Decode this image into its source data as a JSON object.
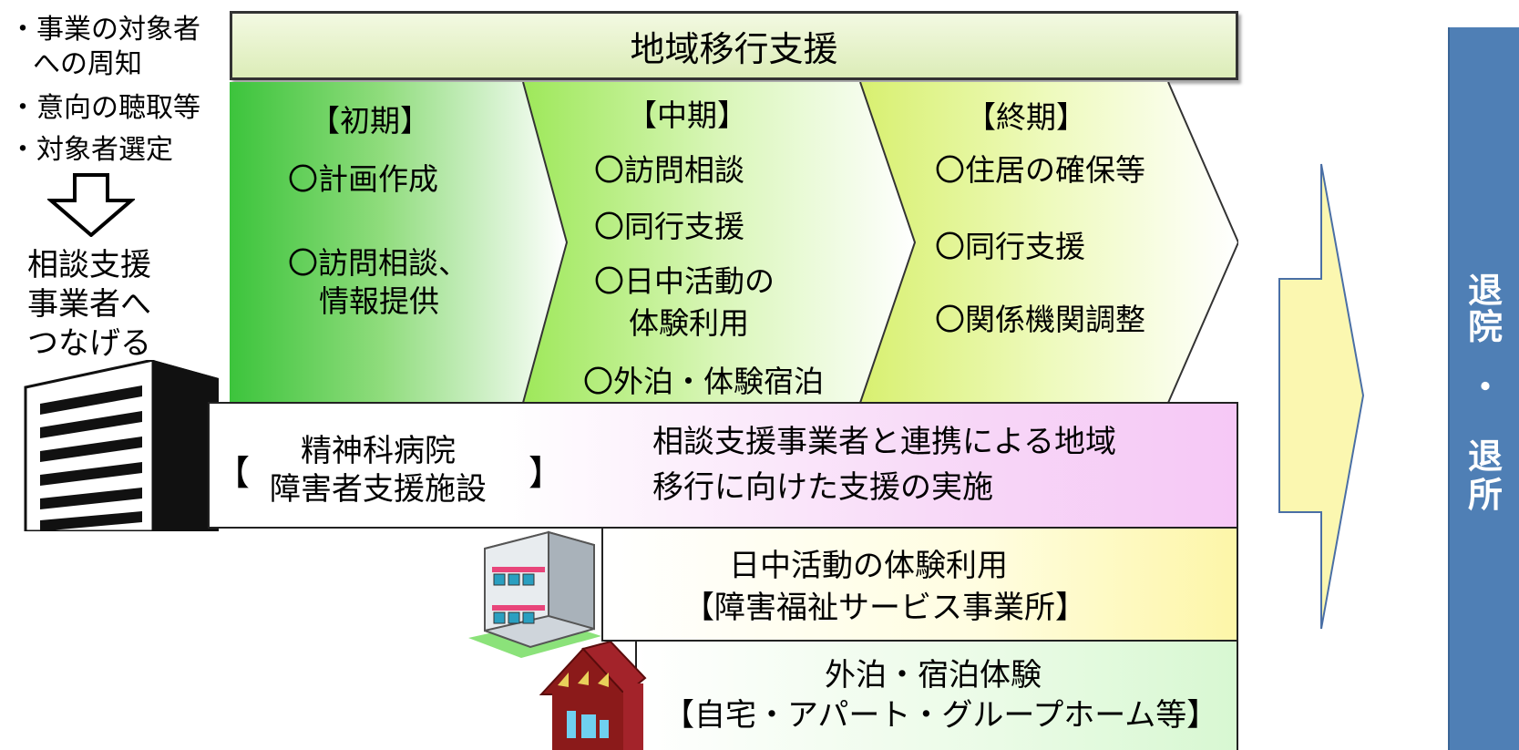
{
  "left_column": {
    "bullets": [
      "・事業の対象者",
      "への周知",
      "・意向の聴取等",
      "・対象者選定"
    ],
    "connect_lines": [
      "相談支援",
      "事業者へ",
      "つなげる"
    ]
  },
  "header": {
    "title": "地域移行支援"
  },
  "phases": [
    {
      "label": "【初期】",
      "items": [
        "〇計画作成",
        "〇訪問相談、",
        "情報提供"
      ]
    },
    {
      "label": "【中期】",
      "items": [
        "〇訪問相談",
        "〇同行支援",
        "〇日中活動の",
        "体験利用",
        "〇外泊・体験宿泊"
      ]
    },
    {
      "label": "【終期】",
      "items": [
        "〇住居の確保等",
        "〇同行支援",
        "〇関係機関調整"
      ]
    }
  ],
  "hospital_row": {
    "bracket_open": "【",
    "bracket_close": "】",
    "facility_lines": [
      "精神科病院",
      "障害者支援施設"
    ],
    "description_lines": [
      "相談支援事業者と連携による地域",
      "移行に向けた支援の実施"
    ]
  },
  "day_row": {
    "lines": [
      "日中活動の体験利用",
      "【障害福祉サービス事業所】"
    ]
  },
  "stay_row": {
    "lines": [
      "外泊・宿泊体験",
      "【自宅・アパート・グループホーム等】"
    ]
  },
  "exit_panel": {
    "chars": [
      "退",
      "院",
      "・",
      "退",
      "所"
    ]
  },
  "colors": {
    "phase_green_dark": "#3cc43c",
    "phase_green_light": "#bff08a",
    "phase_yellow": "#e9f89a",
    "hospital_pink": "#f6c8f6",
    "day_yellow": "#fdf6a8",
    "stay_green": "#d8f8d2",
    "exit_blue": "#4f7fb5",
    "arrow_yellow": "#fbf7b0"
  }
}
